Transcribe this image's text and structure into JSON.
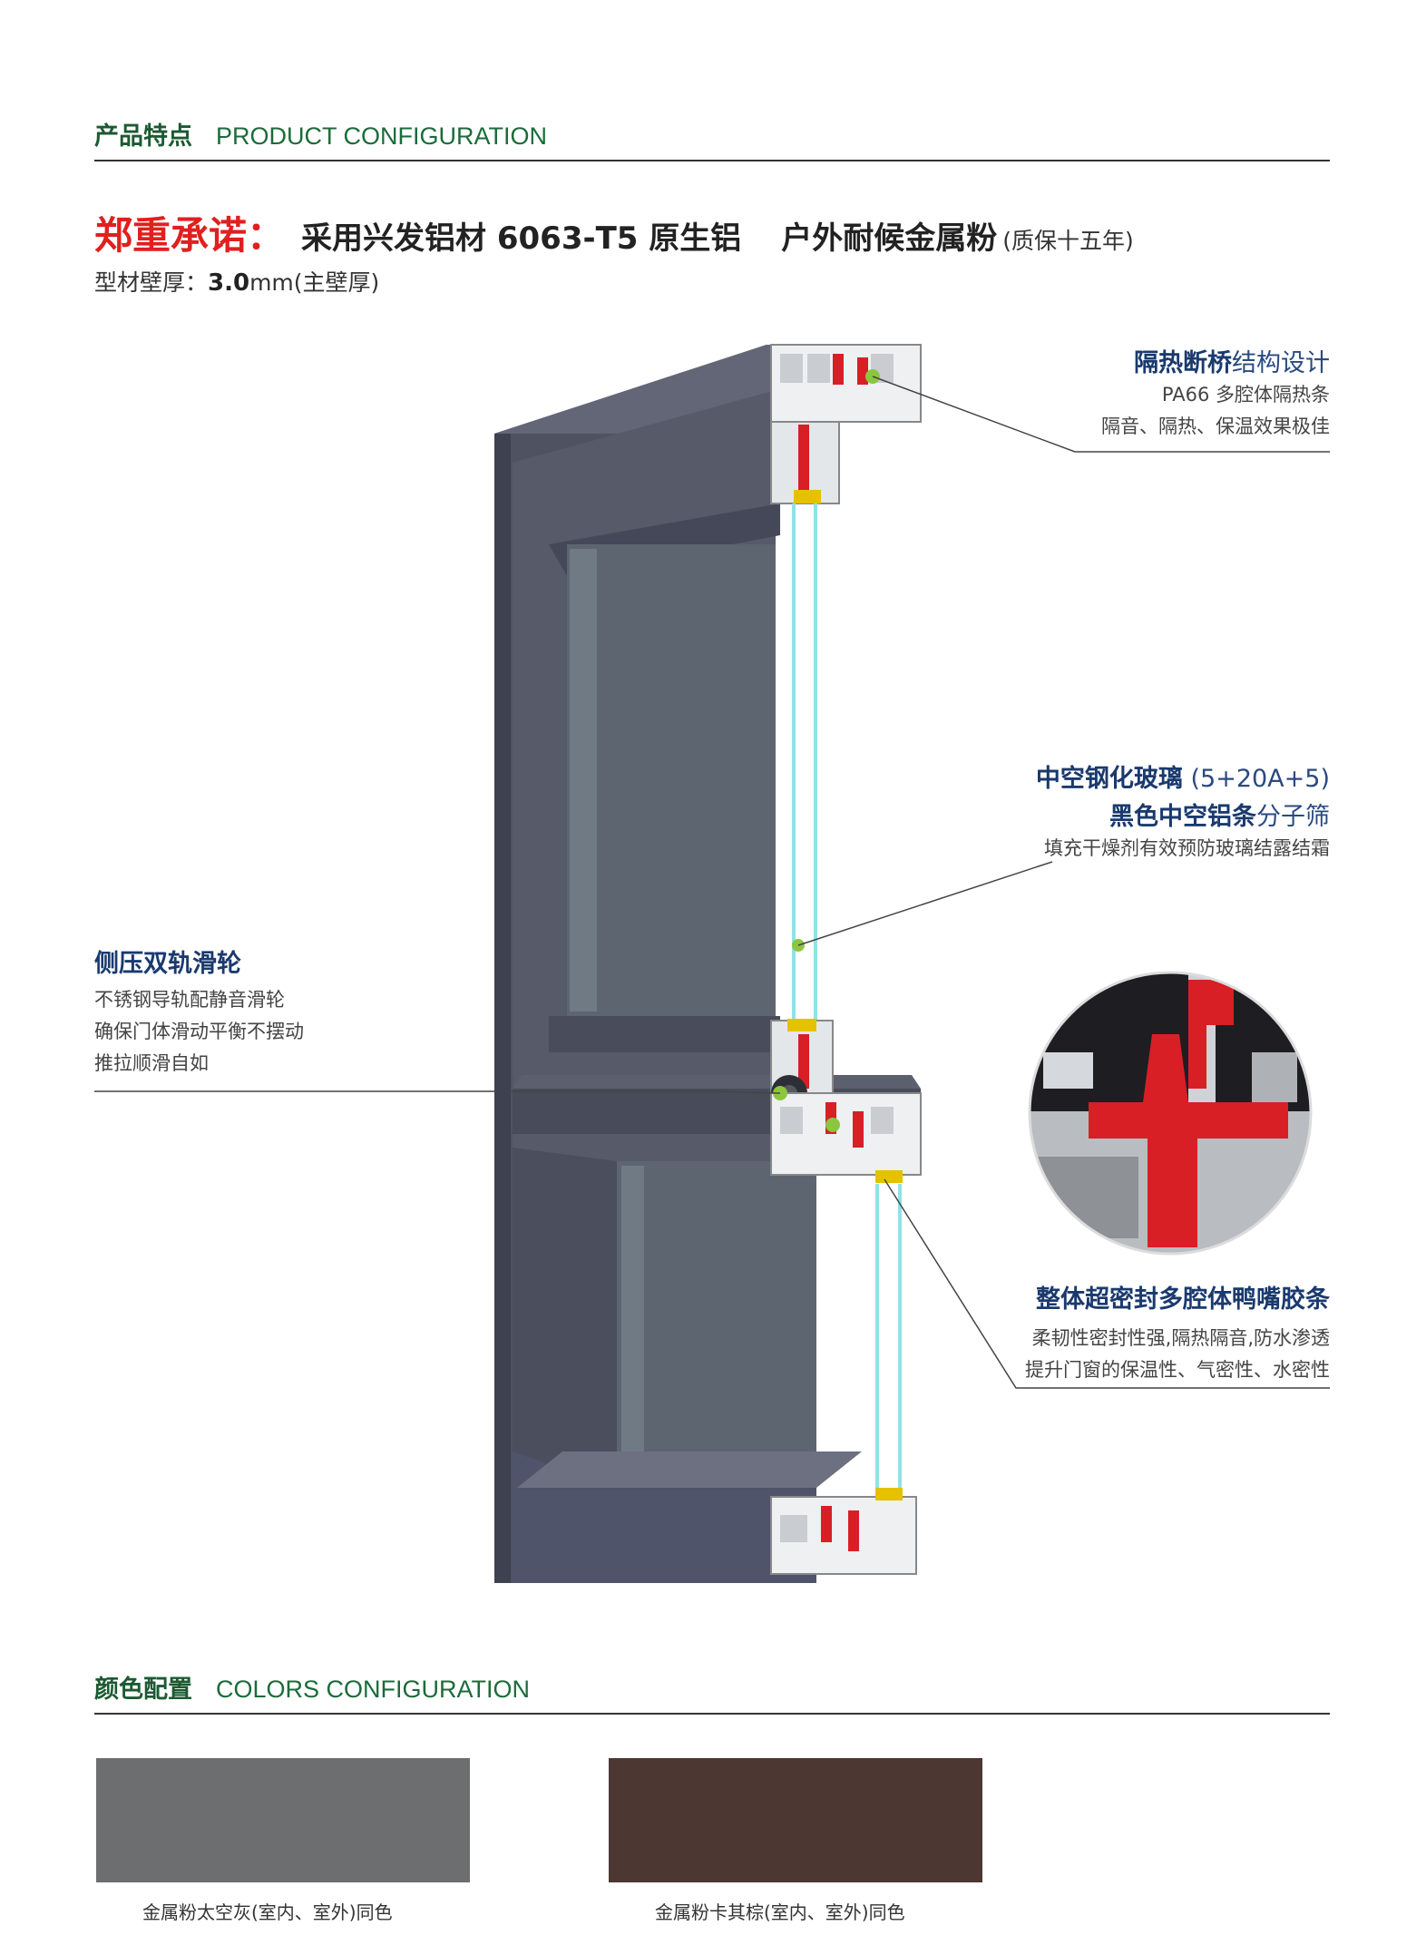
{
  "header": {
    "title_zh": "产品特点",
    "title_en": "PRODUCT CONFIGURATION"
  },
  "promise": {
    "label": "郑重承诺：",
    "material": "采用兴发铝材 6063-T5 原生铝",
    "powder": "户外耐候金属粉",
    "warranty": "(质保十五年)"
  },
  "thickness": {
    "label": "型材壁厚：",
    "value": "3.0",
    "unit": "mm(主壁厚)"
  },
  "features": {
    "thermal": {
      "bold": "隔热断桥",
      "light": "结构设计",
      "lines": [
        "PA66 多腔体隔热条",
        "隔音、隔热、保温效果极佳"
      ]
    },
    "glass": {
      "bold1": "中空钢化玻璃",
      "light1": " (5+20A+5)",
      "bold2": "黑色中空铝条",
      "light2": "分子筛",
      "lines": [
        "填充干燥剂有效预防玻璃结露结霜"
      ]
    },
    "pulley": {
      "bold": "侧压双轨滑轮",
      "lines": [
        "不锈钢导轨配静音滑轮",
        "确保门体滑动平衡不摆动",
        "推拉顺滑自如"
      ]
    },
    "seal": {
      "bold": "整体超密封多腔体鸭嘴胶条",
      "lines": [
        "柔韧性密封性强,隔热隔音,防水渗透",
        "提升门窗的保温性、气密性、水密性"
      ]
    }
  },
  "colors_section": {
    "title_zh": "颜色配置",
    "title_en": "COLORS CONFIGURATION"
  },
  "swatches": [
    {
      "color": "#6c6e70",
      "caption": "金属粉太空灰(室内、室外)同色"
    },
    {
      "color": "#4d3732",
      "caption": "金属粉卡其棕(室内、室外)同色"
    }
  ],
  "palette": {
    "frame": "#4f5361",
    "frame_dark": "#3d4150",
    "frame_light": "#626676",
    "glass": "#5d6670",
    "gasket": "#d81f26",
    "highlight": "#8cc63f",
    "glass_edge": "#8fe3e6"
  }
}
